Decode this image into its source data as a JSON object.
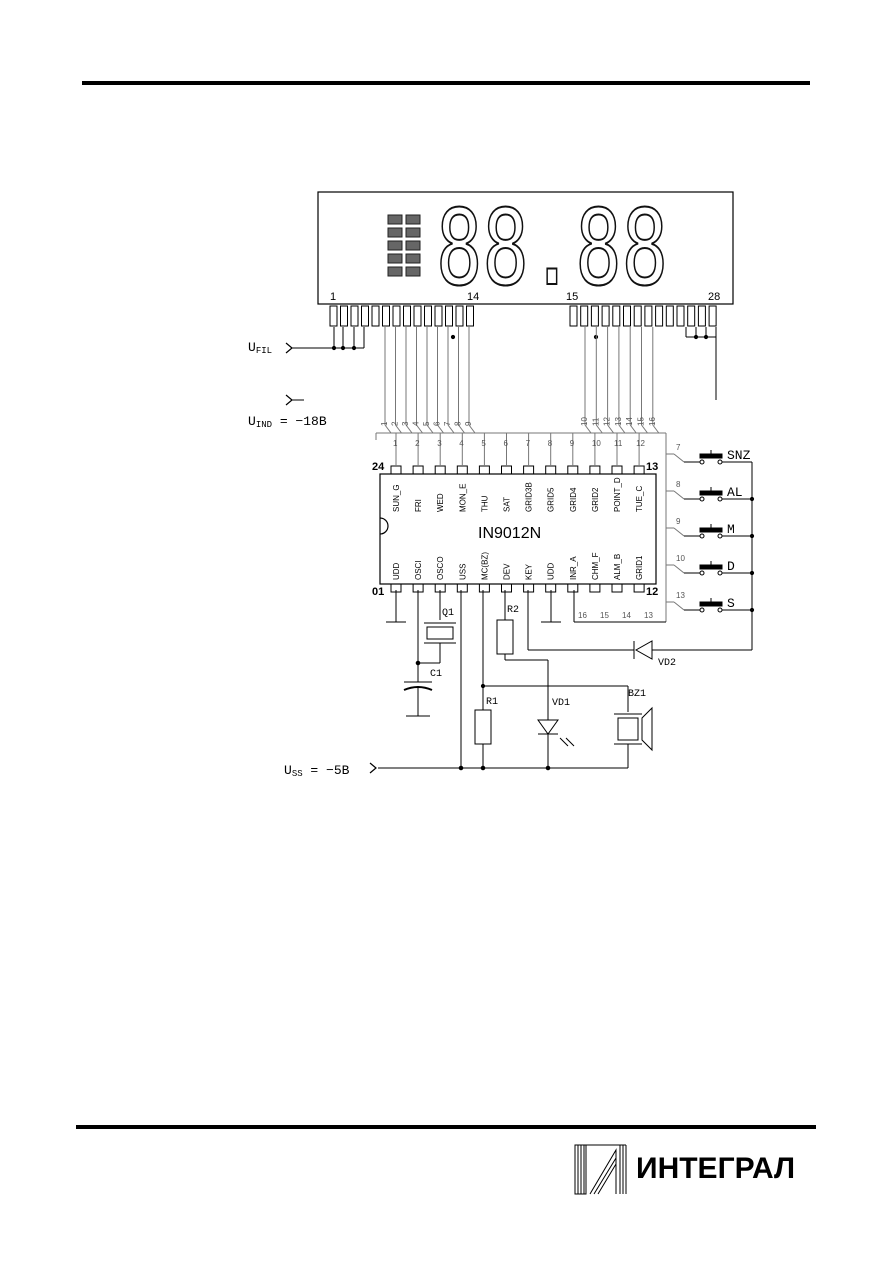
{
  "diagram": {
    "display": {
      "digits": "88.88",
      "pin_labels": {
        "p1": "1",
        "p14": "14",
        "p15": "15",
        "p28": "28"
      },
      "indicator_rows": 5
    },
    "supplies": {
      "ufil": {
        "main": "U",
        "sub": "FIL"
      },
      "uind": {
        "main": "U",
        "sub": "IND",
        "value": " = −18В"
      },
      "uss": {
        "main": "U",
        "sub": "SS",
        "value": " = −5В"
      }
    },
    "ic": {
      "name": "IN9012N",
      "corner_labels": {
        "tl": "24",
        "tr": "13",
        "bl": "01",
        "br": "12"
      },
      "top_pins": [
        "SUN_G",
        "FRI",
        "WED",
        "MON_E",
        "THU",
        "SAT",
        "GRID3B",
        "GRID5",
        "GRID4",
        "GRID2",
        "POINT_D",
        "TUE_C"
      ],
      "bottom_pins": [
        "UDD",
        "OSCI",
        "OSCO",
        "USS",
        "MC(BZ)",
        "DEV",
        "KEY",
        "UDD",
        "INR_A",
        "CHM_F",
        "ALM_B",
        "GRID1"
      ],
      "top_net_numbers": [
        "1",
        "2",
        "3",
        "4",
        "5",
        "6",
        "7",
        "8",
        "9",
        "10",
        "11",
        "12"
      ],
      "bottom_net_numbers": [
        "16",
        "15",
        "14",
        "13"
      ]
    },
    "display_net_numbers_left": [
      "1",
      "2",
      "3",
      "4",
      "5",
      "6",
      "7",
      "8",
      "9"
    ],
    "display_net_numbers_right": [
      "10",
      "11",
      "12",
      "13",
      "14",
      "15",
      "16"
    ],
    "buttons": [
      {
        "label": "SNZ",
        "net": "7"
      },
      {
        "label": "AL",
        "net": "8"
      },
      {
        "label": "M",
        "net": "9"
      },
      {
        "label": "D",
        "net": "10"
      },
      {
        "label": "S",
        "net": "13"
      }
    ],
    "components": {
      "q1": "Q1",
      "c1": "C1",
      "r1": "R1",
      "r2": "R2",
      "vd1": "VD1",
      "vd2": "VD2",
      "bz1": "BZ1"
    }
  },
  "footer": {
    "logo_text": "ИНТЕГРАЛ"
  }
}
